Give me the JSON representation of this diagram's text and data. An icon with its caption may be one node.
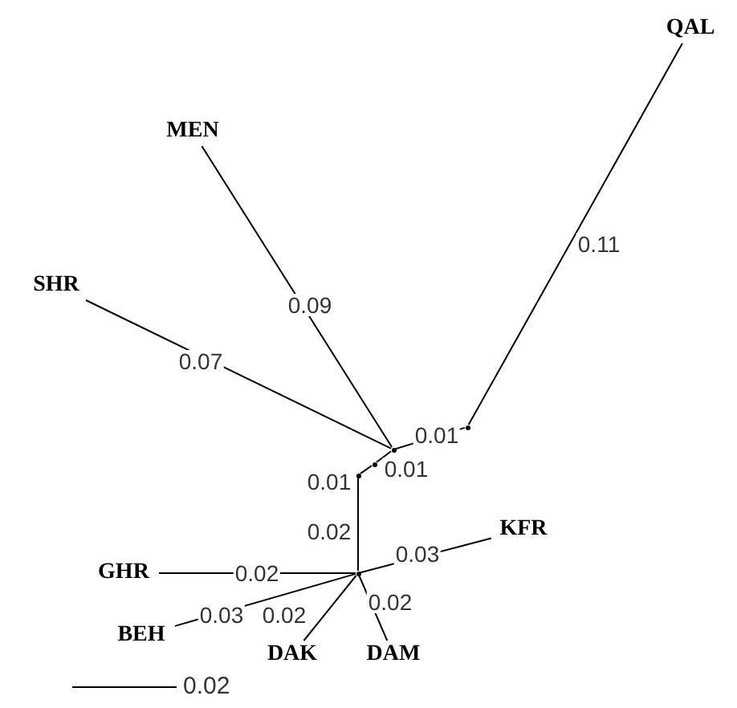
{
  "diagram": {
    "nodes": [
      {
        "text": [
          "QAL"
        ]
      },
      {
        "text": [
          "MEN"
        ]
      },
      {
        "text": [
          "SHR"
        ]
      },
      {
        "text": [
          "KFR"
        ]
      },
      {
        "text": [
          "GHR"
        ]
      },
      {
        "text": [
          "BEH"
        ]
      },
      {
        "text": [
          "DAK"
        ]
      },
      {
        "text": [
          "DAM"
        ]
      },
      {
        "text": [],
        "shape": "point"
      },
      {
        "text": [],
        "shape": "point"
      },
      {
        "text": [],
        "shape": "point"
      },
      {
        "text": [],
        "shape": "point"
      },
      {
        "text": [],
        "shape": "point"
      }
    ],
    "edges": [
      {
        "from": 0,
        "to": 8,
        "arrow": "none",
        "label": "0.11"
      },
      {
        "from": 8,
        "to": 9,
        "arrow": "none",
        "label": "0.01"
      },
      {
        "from": 1,
        "to": 9,
        "arrow": "none",
        "label": "0.09"
      },
      {
        "from": 2,
        "to": 9,
        "arrow": "none",
        "label": "0.07"
      },
      {
        "from": 9,
        "to": 10,
        "arrow": "none",
        "label": "0.01"
      },
      {
        "from": 10,
        "to": 11,
        "arrow": "none",
        "label": "0.01"
      },
      {
        "from": 11,
        "to": 12,
        "arrow": "none",
        "label": "0.02"
      },
      {
        "from": 3,
        "to": 12,
        "arrow": "none",
        "label": "0.03"
      },
      {
        "from": 4,
        "to": 12,
        "arrow": "none",
        "label": "0.02"
      },
      {
        "from": 5,
        "to": 12,
        "arrow": "none",
        "label": "0.03"
      },
      {
        "from": 6,
        "to": 12,
        "arrow": "none",
        "label": "0.02"
      },
      {
        "from": 7,
        "to": 12,
        "arrow": "none",
        "label": "0.02"
      }
    ],
    "labels": [
      "0.02"
    ]
  }
}
